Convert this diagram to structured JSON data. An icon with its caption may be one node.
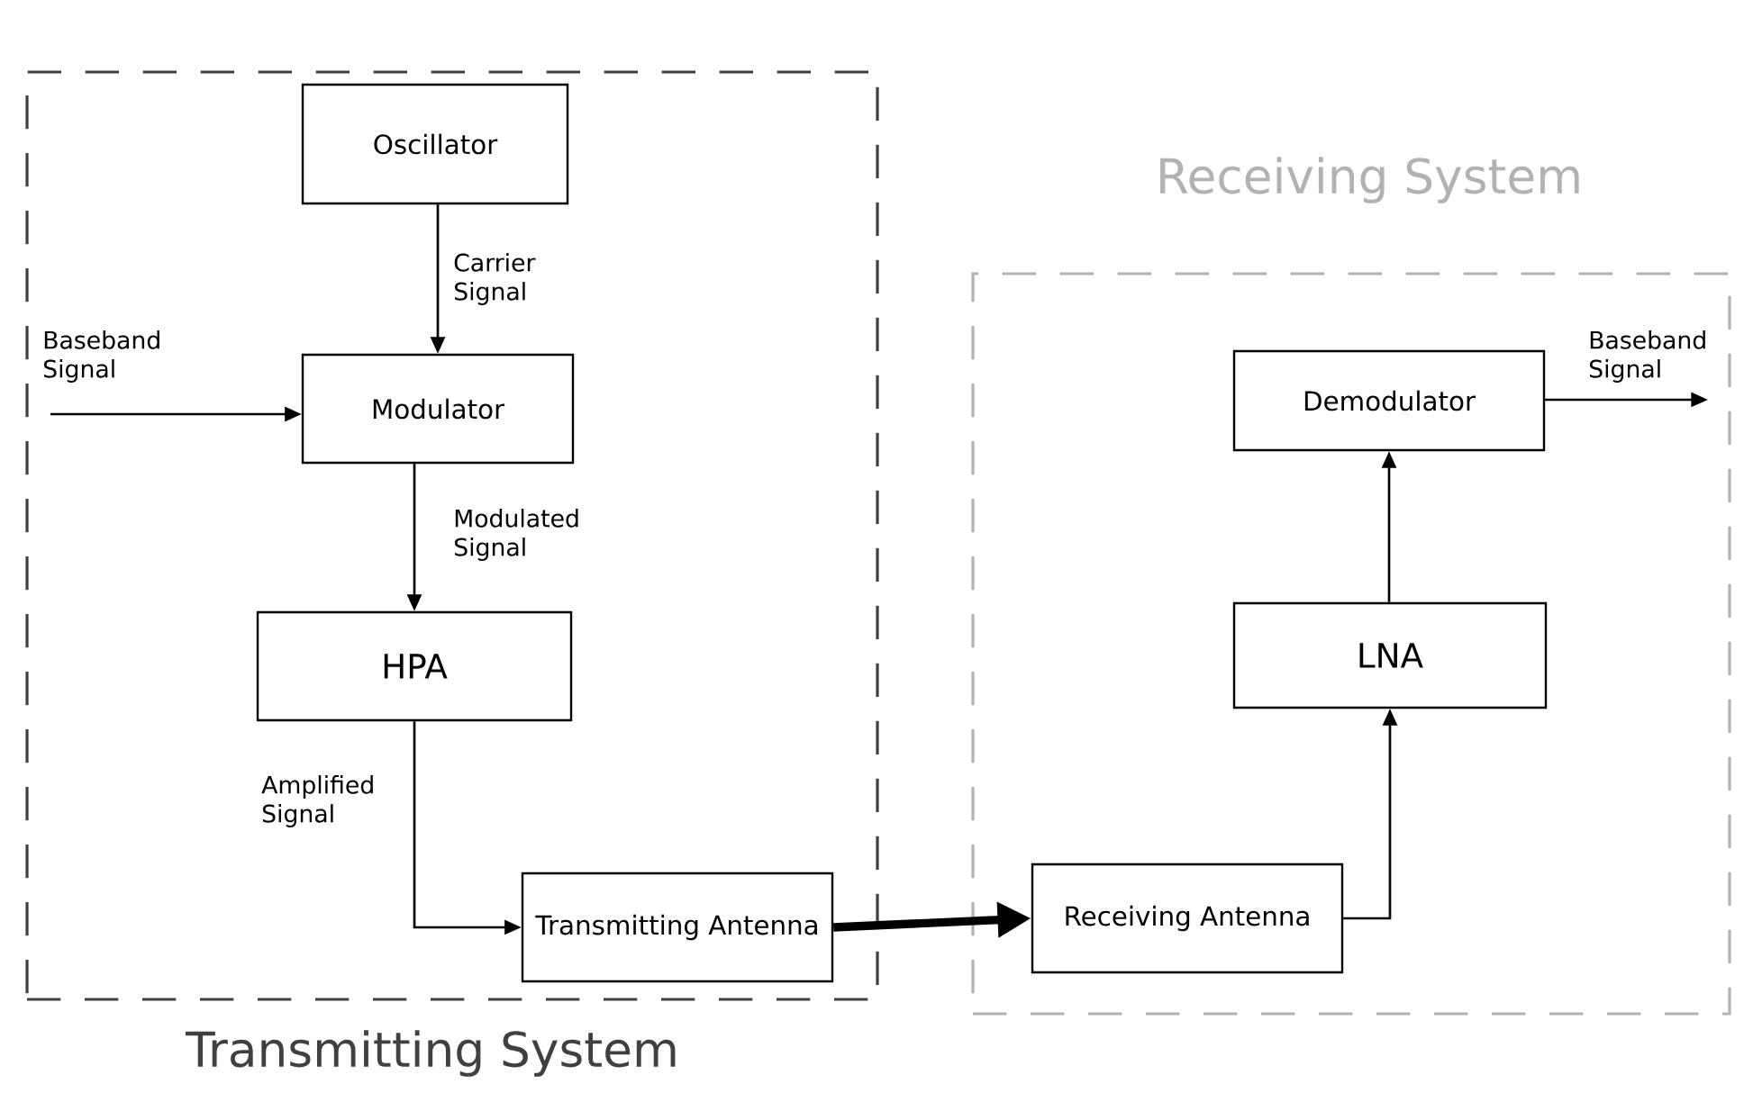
{
  "diagram": {
    "nodes": [
      {
        "text": [
          "Transmitting System"
        ]
      },
      {
        "text": [
          "Receiving System"
        ]
      },
      {
        "text": [
          "Oscillator"
        ],
        "in": 0
      },
      {
        "text": [
          "Modulator"
        ],
        "in": 0
      },
      {
        "text": [
          "HPA"
        ],
        "in": 0
      },
      {
        "text": [
          "Transmitting Antenna"
        ],
        "in": 0
      },
      {
        "text": [
          "Receiving Antenna"
        ],
        "in": 1
      },
      {
        "text": [
          "LNA"
        ],
        "in": 1
      },
      {
        "text": [
          "Demodulator"
        ],
        "in": 1
      }
    ],
    "edges": [
      {
        "from": 2,
        "to": 3,
        "arrow": "to",
        "label": "Carrier Signal"
      },
      {
        "from": null,
        "to": 3,
        "arrow": "to",
        "label": "Baseband Signal"
      },
      {
        "from": 3,
        "to": 4,
        "arrow": "to",
        "label": "Modulated Signal"
      },
      {
        "from": 4,
        "to": 5,
        "arrow": "to",
        "label": "Amplified Signal"
      },
      {
        "from": 5,
        "to": 6,
        "arrow": "to",
        "style": "thick"
      },
      {
        "from": 6,
        "to": 7,
        "arrow": "to"
      },
      {
        "from": 7,
        "to": 8,
        "arrow": "to"
      },
      {
        "from": 8,
        "to": null,
        "arrow": "to",
        "label": "Baseband Signal"
      }
    ]
  }
}
